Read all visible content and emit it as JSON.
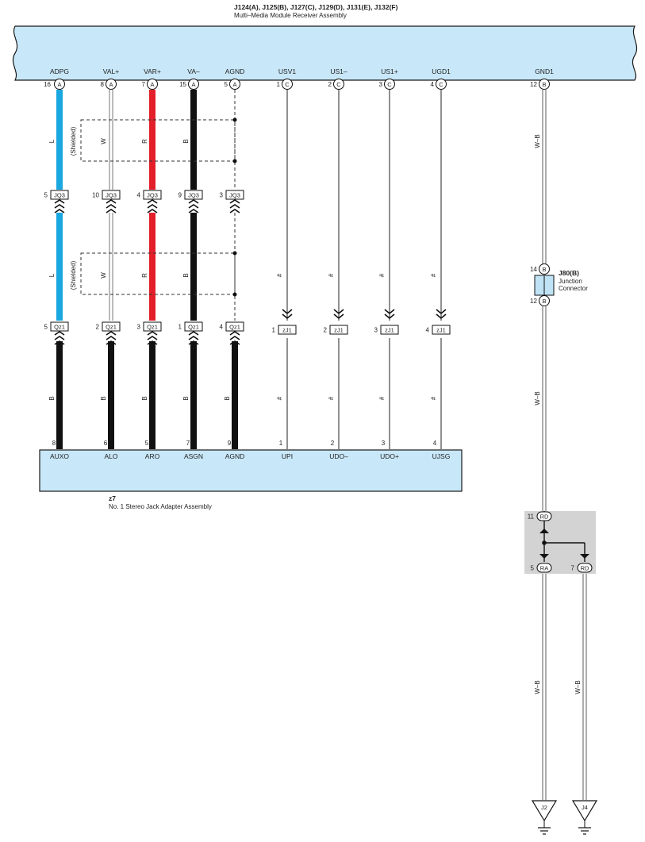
{
  "header": {
    "title": "J124(A), J125(B), J127(C), J129(D), J131(E), J132(F)",
    "subtitle": "Multi–Media Module Receiver Assembly"
  },
  "top_pins": [
    {
      "name": "ADPG",
      "num": "16",
      "conn": "A"
    },
    {
      "name": "VAL+",
      "num": "8",
      "conn": "A"
    },
    {
      "name": "VAR+",
      "num": "7",
      "conn": "A"
    },
    {
      "name": "VA–",
      "num": "15",
      "conn": "A"
    },
    {
      "name": "AGND",
      "num": "5",
      "conn": "A"
    },
    {
      "name": "USV1",
      "num": "1",
      "conn": "C"
    },
    {
      "name": "US1–",
      "num": "2",
      "conn": "C"
    },
    {
      "name": "US1+",
      "num": "3",
      "conn": "C"
    },
    {
      "name": "UGD1",
      "num": "4",
      "conn": "C"
    },
    {
      "name": "GND1",
      "num": "12",
      "conn": "B"
    }
  ],
  "jq3": {
    "id": "JQ3",
    "pins": [
      "5",
      "10",
      "4",
      "9",
      "3"
    ]
  },
  "qz1": {
    "id": "Qz1",
    "pins": [
      "5",
      "2",
      "3",
      "1",
      "4"
    ]
  },
  "zj1": {
    "id": "zJ1",
    "pins": [
      "1",
      "2",
      "3",
      "4"
    ]
  },
  "wire_colors_upper": [
    "L",
    "W",
    "R",
    "B"
  ],
  "wire_colors_lower": [
    "B",
    "B",
    "B",
    "B",
    "B"
  ],
  "shielded_label": "(Shielded)",
  "hash_label": "#",
  "gnd_wire_color": "W–B",
  "z7": {
    "id": "z7",
    "name": "No.  1 Stereo Jack Adapter Assembly",
    "pins": [
      {
        "num": "8",
        "name": "AUXO"
      },
      {
        "num": "6",
        "name": "ALO"
      },
      {
        "num": "5",
        "name": "ARO"
      },
      {
        "num": "7",
        "name": "ASGN"
      },
      {
        "num": "9",
        "name": "AGND"
      },
      {
        "num": "1",
        "name": "UPI"
      },
      {
        "num": "2",
        "name": "UDO–"
      },
      {
        "num": "3",
        "name": "UDO+"
      },
      {
        "num": "4",
        "name": "UJSG"
      }
    ]
  },
  "j80": {
    "id": "J80(B)",
    "name1": "Junction",
    "name2": "Connector",
    "pin_top": "14",
    "pin_bottom": "12",
    "conn": "B"
  },
  "splice": {
    "in_pin": "11",
    "in_conn": "RD",
    "out1_pin": "5",
    "out1_conn": "RA",
    "out2_pin": "7",
    "out2_conn": "RD"
  },
  "grounds": [
    "J2",
    "J4"
  ],
  "colors": {
    "body_fill": "#c8e7f8",
    "wire_blue": "#1aa7e0",
    "wire_red": "#e3202a",
    "wire_black": "#111111",
    "splice_bg": "#d3d3d3",
    "junction_fill": "#bfe3f5"
  }
}
